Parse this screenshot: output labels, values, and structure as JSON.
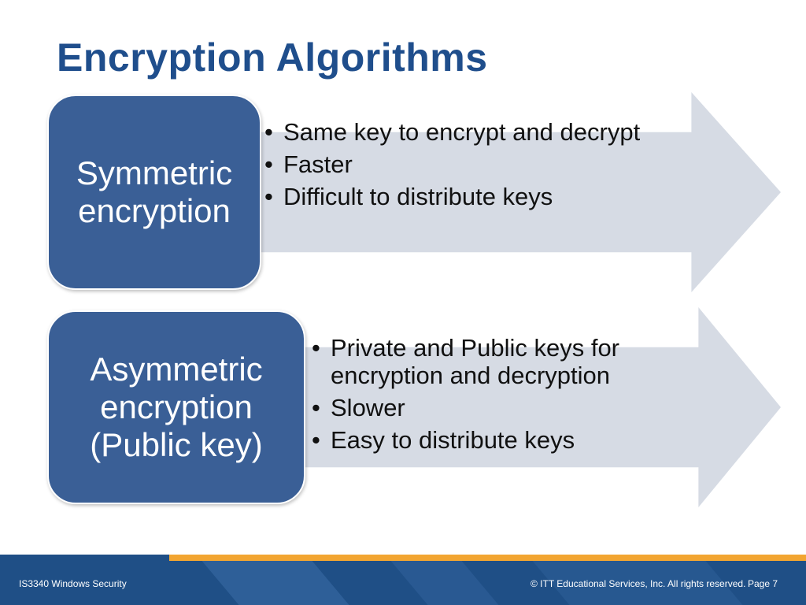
{
  "slide": {
    "title": "Encryption Algorithms"
  },
  "items": [
    {
      "label": "Symmetric\nencryption",
      "bullets": [
        "Same key to encrypt and decrypt",
        "Faster",
        "Difficult to distribute keys"
      ]
    },
    {
      "label": "Asymmetric\nencryption\n(Public key)",
      "bullets": [
        "Private and Public keys for encryption and decryption",
        "Slower",
        "Easy to distribute keys"
      ]
    }
  ],
  "footer": {
    "course": "IS3340 Windows Security",
    "copyright": "© ITT Educational Services, Inc. All rights reserved.",
    "page": "Page 7"
  },
  "colors": {
    "title": "#1f4e8c",
    "label_box": "#3a5f96",
    "arrow": "#d6dbe4",
    "footer": "#1f4f86",
    "footer_accent": "#f2a531"
  }
}
